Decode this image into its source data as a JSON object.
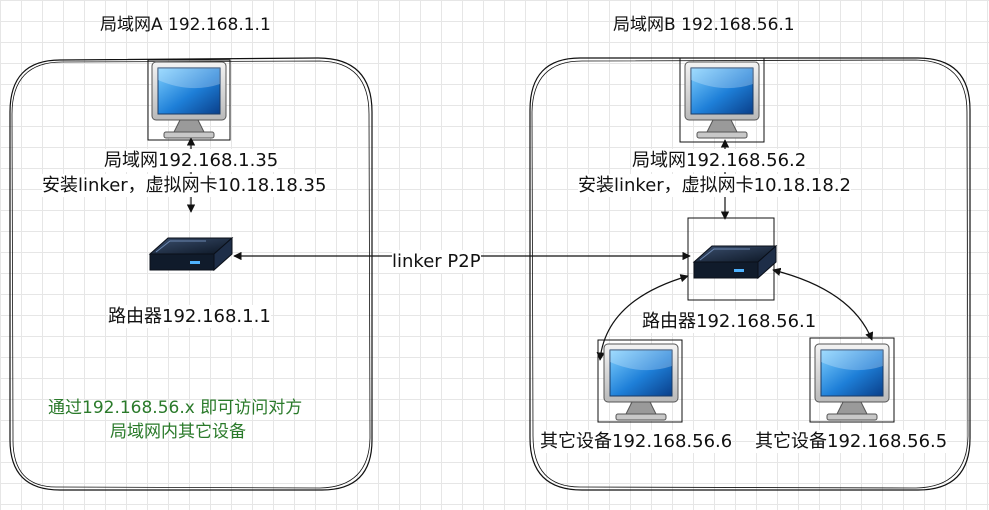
{
  "lan_a": {
    "title": "局域网A 192.168.1.1",
    "host_line1": "局域网192.168.1.35",
    "host_line2": "安装linker，虚拟网卡10.18.18.35",
    "router_label": "路由器192.168.1.1",
    "note_line1": "通过192.168.56.x 即可访问对方",
    "note_line2": "局域网内其它设备"
  },
  "lan_b": {
    "title": "局域网B 192.168.56.1",
    "host_line1": "局域网192.168.56.2",
    "host_line2": "安装linker，虚拟网卡10.18.18.2",
    "router_label": "路由器192.168.56.1",
    "device1_label": "其它设备192.168.56.6",
    "device2_label": "其它设备192.168.56.5"
  },
  "link_label": "linker  P2P",
  "colors": {
    "note": "#2a7a2a",
    "monitor_screen": "#1e7fd8",
    "router_body": "#1c2a3f"
  }
}
